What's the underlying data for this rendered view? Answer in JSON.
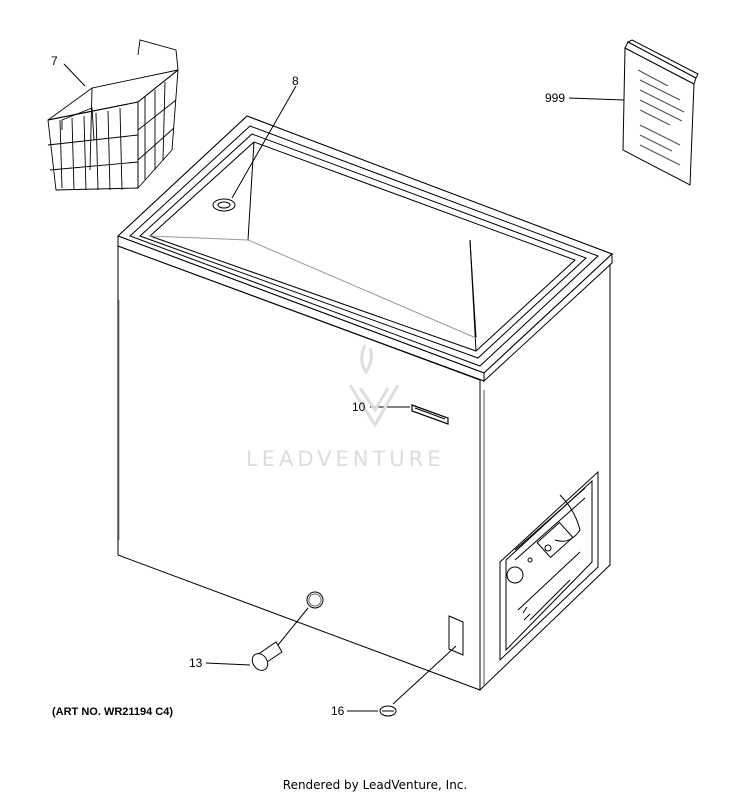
{
  "callouts": {
    "c7": "7",
    "c8": "8",
    "c999": "999",
    "c10": "10",
    "c13": "13",
    "c16": "16"
  },
  "art_number": "(ART NO. WR21194 C4)",
  "watermark": "LEADVENTURE",
  "footer": "Rendered by LeadVenture, Inc.",
  "colors": {
    "line": "#000000",
    "watermark": "#dcdcdc",
    "background": "#ffffff"
  }
}
